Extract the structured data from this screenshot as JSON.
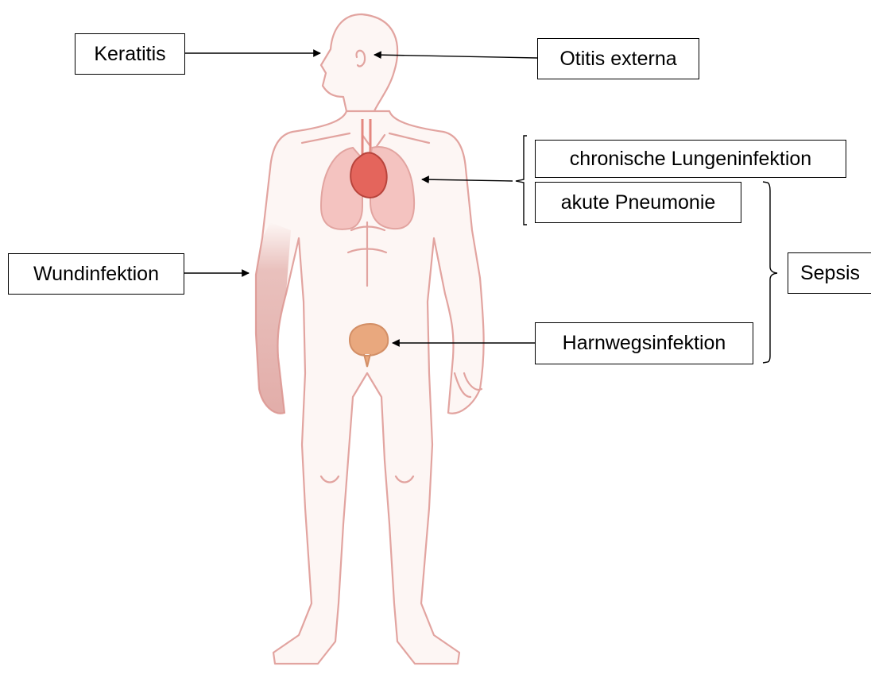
{
  "labels": {
    "keratitis": "Keratitis",
    "otitis": "Otitis externa",
    "lungeninfektion": "chronische Lungeninfektion",
    "pneumonie": "akute Pneumonie",
    "wundinfektion": "Wundinfektion",
    "sepsis": "Sepsis",
    "harnwegsinfektion": "Harnwegsinfektion"
  },
  "colors": {
    "body_outline": "#e2a4a0",
    "body_fill": "#fdf6f4",
    "lungs": "#f4c3c0",
    "heart": "#e4655c",
    "bladder": "#e9a87e",
    "wound_arm": "#d99590",
    "connector": "#000000"
  }
}
